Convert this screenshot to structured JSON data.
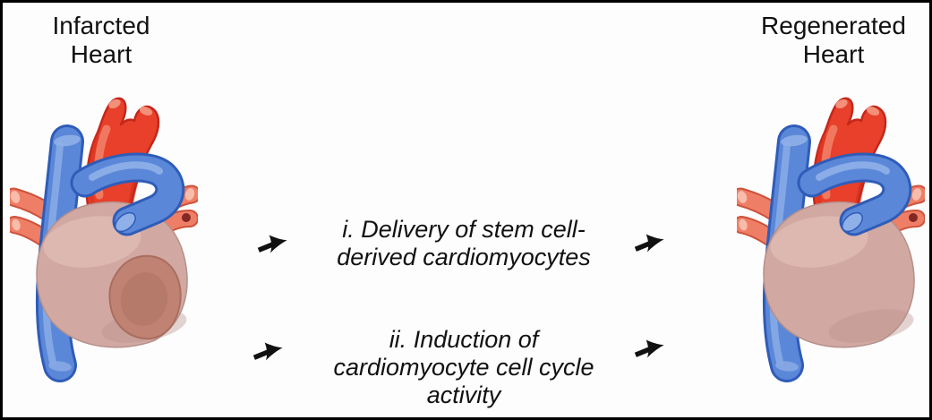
{
  "figure": {
    "left_heart": {
      "label": "Infarcted\nHeart",
      "has_infarct": true
    },
    "right_heart": {
      "label": "Regenerated\nHeart",
      "has_infarct": false
    },
    "pathways": [
      {
        "label": "i. Delivery of stem cell-\nderived cardiomyocytes"
      },
      {
        "label": "ii. Induction of\ncardiomyocyte cell cycle\nactivity"
      }
    ],
    "arrow_icon": "right-arrow"
  },
  "colors": {
    "background": "#fdfdfd",
    "border": "#000000",
    "text": "#111111",
    "arrow": "#111111",
    "artery_red": "#e8402a",
    "vein_blue": "#5b87d8",
    "pulmonary_salmon": "#ee7f66",
    "myocardium": "#d2a8a2",
    "infarct": "#bf8171"
  }
}
